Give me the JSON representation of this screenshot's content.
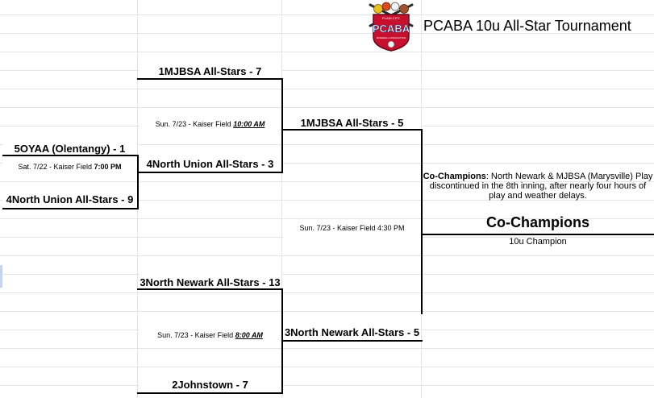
{
  "header": {
    "title": "PCABA 10u All-Star Tournament",
    "logo": {
      "top_text": "PLAIN CITY",
      "letters": "PCABA",
      "bottom_text": "BASEBALL ASSOCIATION"
    }
  },
  "round1": {
    "team1": "5OYAA (Olentangy) - 1",
    "game_info_prefix": "Sat. 7/22 - Kaiser Field ",
    "game_time": "7:00 PM",
    "team2": "4North Union All-Stars - 9"
  },
  "round2": {
    "upper": {
      "team1": "1MJBSA All-Stars - 7",
      "game_info_prefix": "Sun. 7/23 - Kaiser Field ",
      "game_time": "10:00 AM",
      "team2": "4North Union All-Stars - 3"
    },
    "lower": {
      "team1": "3North Newark All-Stars - 13",
      "game_info_prefix": "Sun. 7/23 - Kaiser Field ",
      "game_time": "8:00 AM",
      "team2": "2Johnstown - 7"
    }
  },
  "semifinal": {
    "team1": "1MJBSA All-Stars - 5",
    "game_info": "Sun. 7/23 - Kaiser Field 4:30 PM",
    "team2": "3North Newark All-Stars - 5"
  },
  "final": {
    "note_label": "Co-Champions",
    "note_text": ":  North Newark & MJBSA (Marysville) Play discontinued in the 8th inning, after nearly four hours of play and weather delays.",
    "champion": "Co-Champions",
    "champion_label": "10u Champion"
  }
}
